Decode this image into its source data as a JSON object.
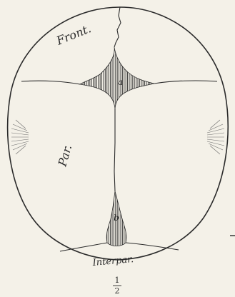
{
  "labels": {
    "frontal": "Front.",
    "parietal": "Par.",
    "interparietal": "Interpar.",
    "fontanelle_a": "a",
    "fontanelle_b": "b"
  },
  "scale": {
    "numerator": "1",
    "denominator": "2"
  },
  "colors": {
    "ink": "#2b2b2b",
    "paper": "#f4f1e8"
  }
}
